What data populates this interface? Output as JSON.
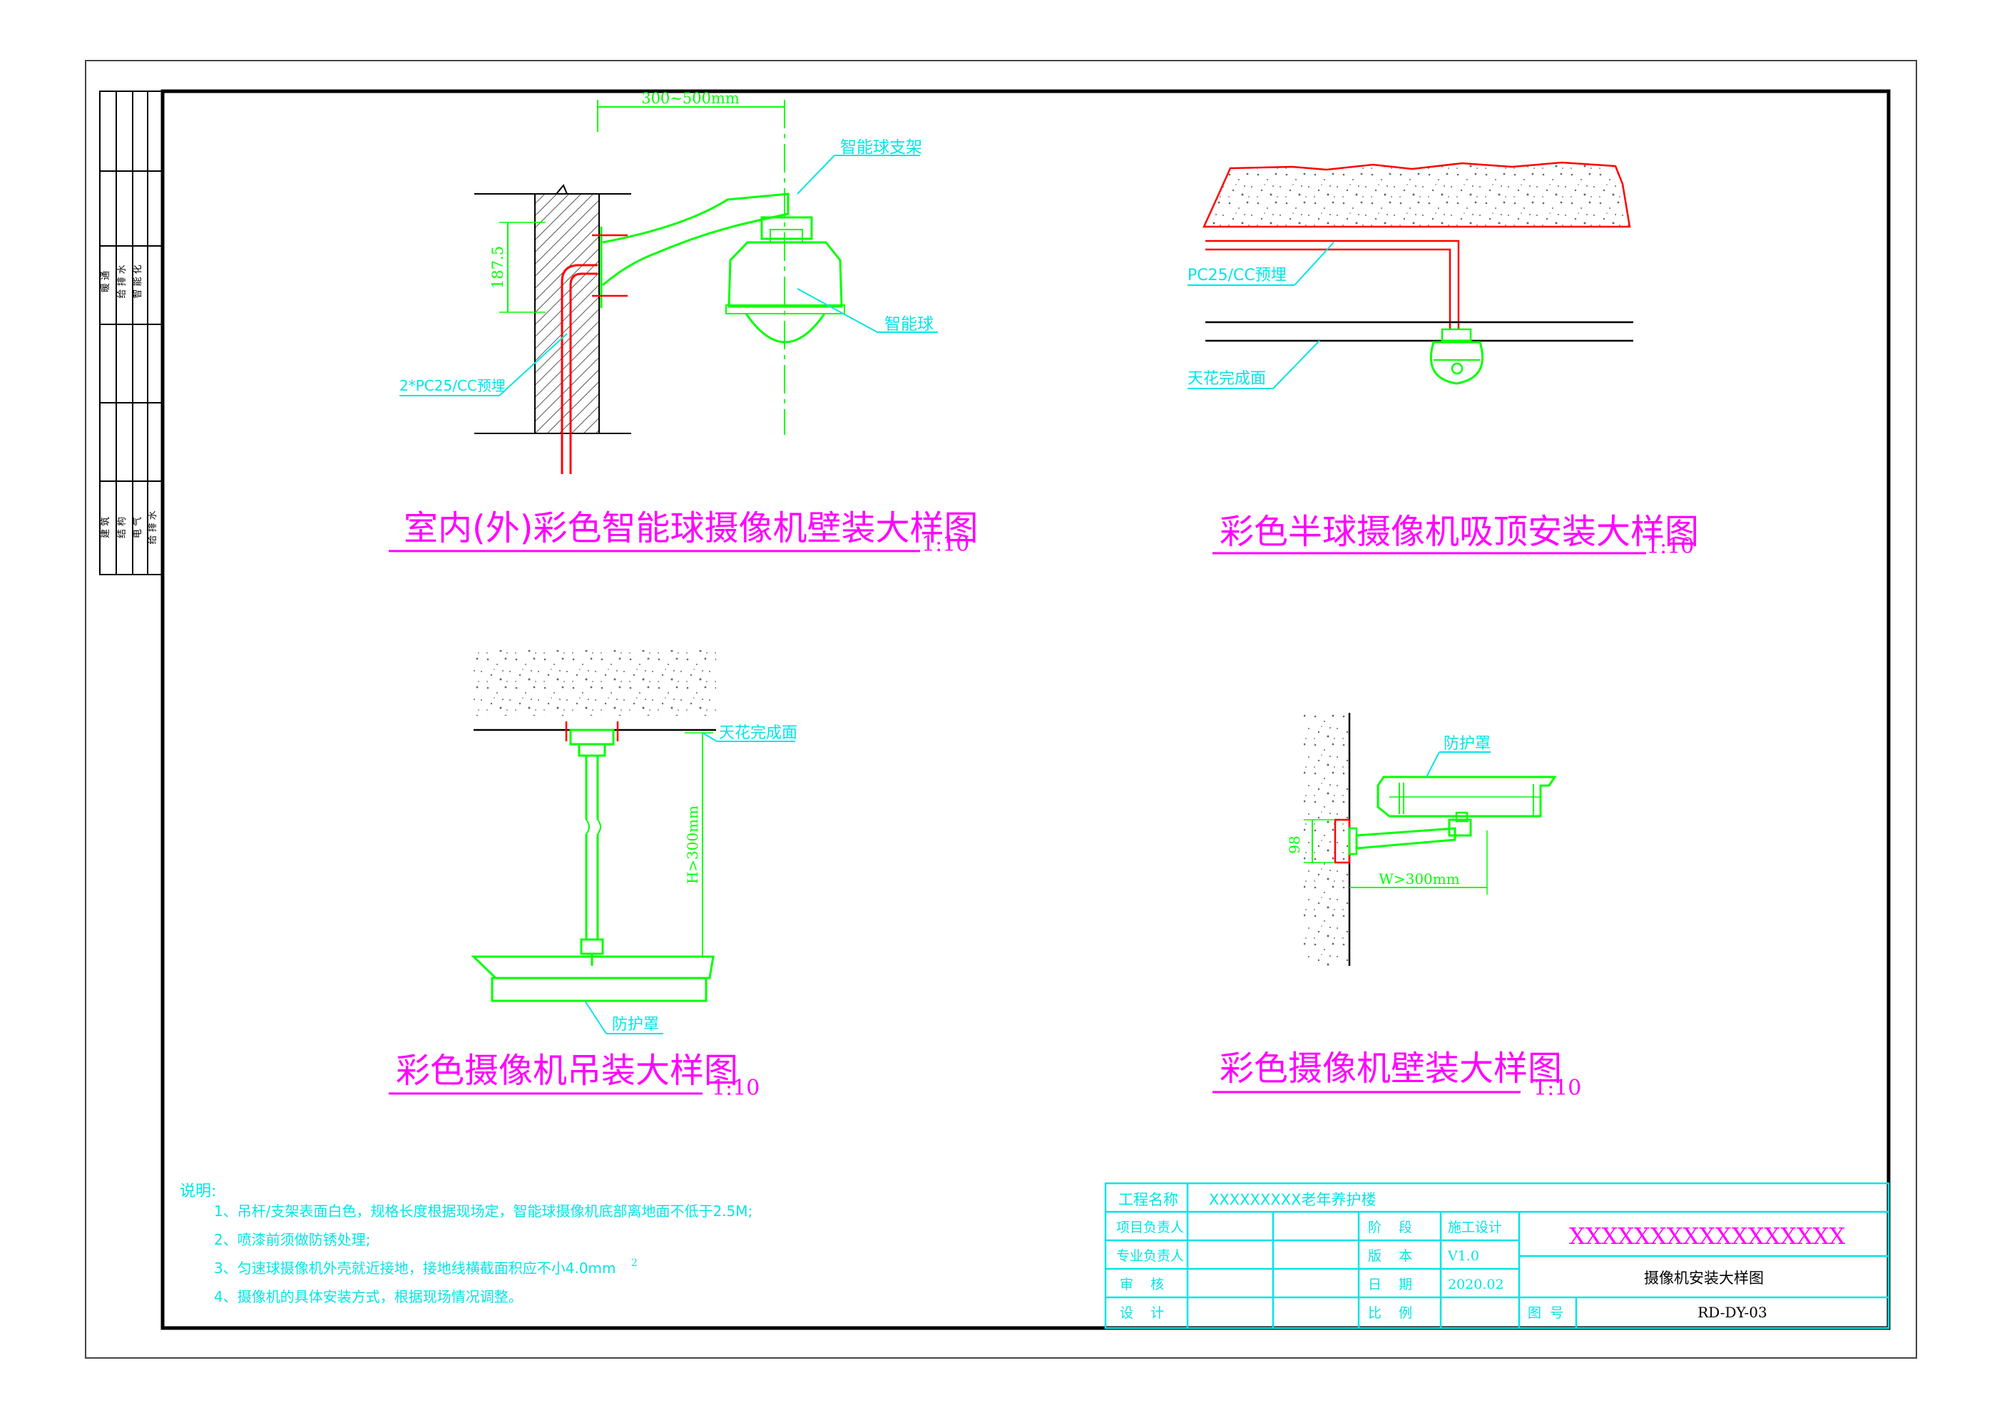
{
  "side_strip": {
    "top_group": [
      "暖 通",
      "给 排 水",
      "智 能 化"
    ],
    "bottom_group": [
      "建 筑",
      "结 构",
      "电 气",
      "给 排 水"
    ]
  },
  "detail1": {
    "title": "室内(外)彩色智能球摄像机壁装大样图",
    "scale": "1:10",
    "dim_top": "300~500mm",
    "dim_side": "187.5",
    "label_bracket": "智能球支架",
    "label_dome": "智能球",
    "label_conduit": "2*PC25/CC预埋"
  },
  "detail2": {
    "title": "彩色半球摄像机吸顶安装大样图",
    "scale": "1:10",
    "label_conduit": "PC25/CC预埋",
    "label_ceiling": "天花完成面"
  },
  "detail3": {
    "title": "彩色摄像机吊装大样图",
    "scale": "1:10",
    "label_ceiling": "天花完成面",
    "dim_height": "H>300mm",
    "label_housing": "防护罩"
  },
  "detail4": {
    "title": "彩色摄像机壁装大样图",
    "scale": "1:10",
    "label_housing": "防护罩",
    "dim_side": "98",
    "dim_width": "W>300mm"
  },
  "notes": {
    "heading": "说明:",
    "items": [
      "1、吊杆/支架表面白色，规格长度根据现场定，智能球摄像机底部离地面不低于2.5M;",
      "2、喷漆前须做防锈处理;",
      "3、匀速球摄像机外壳就近接地，接地线横截面积应不小4.0mm",
      "4、摄像机的具体安装方式，根据现场情况调整。"
    ],
    "superscript": "2"
  },
  "title_block": {
    "project_label": "工程名称",
    "project_value": "XXXXXXXXX老年养护楼",
    "row_labels": [
      "项目负责人",
      "专业负责人",
      "审    核",
      "设    计"
    ],
    "stage_label": "阶    段",
    "stage_value": "施工设计",
    "version_label": "版    本",
    "version_value": "V1.0",
    "date_label": "日    期",
    "date_value": "2020.02",
    "ratio_label": "比    例",
    "ratio_value": "",
    "company": "XXXXXXXXXXXXXXXXX",
    "drawing_title": "摄像机安装大样图",
    "drawing_no_label": "图  号",
    "drawing_no": "RD-DY-03"
  },
  "colors": {
    "frame": "#000000",
    "primary_line": "#00ff00",
    "pipe": "#ff0000",
    "cyan": "#00e5e5",
    "magenta": "#ff00ff",
    "hatch": "#555555"
  }
}
